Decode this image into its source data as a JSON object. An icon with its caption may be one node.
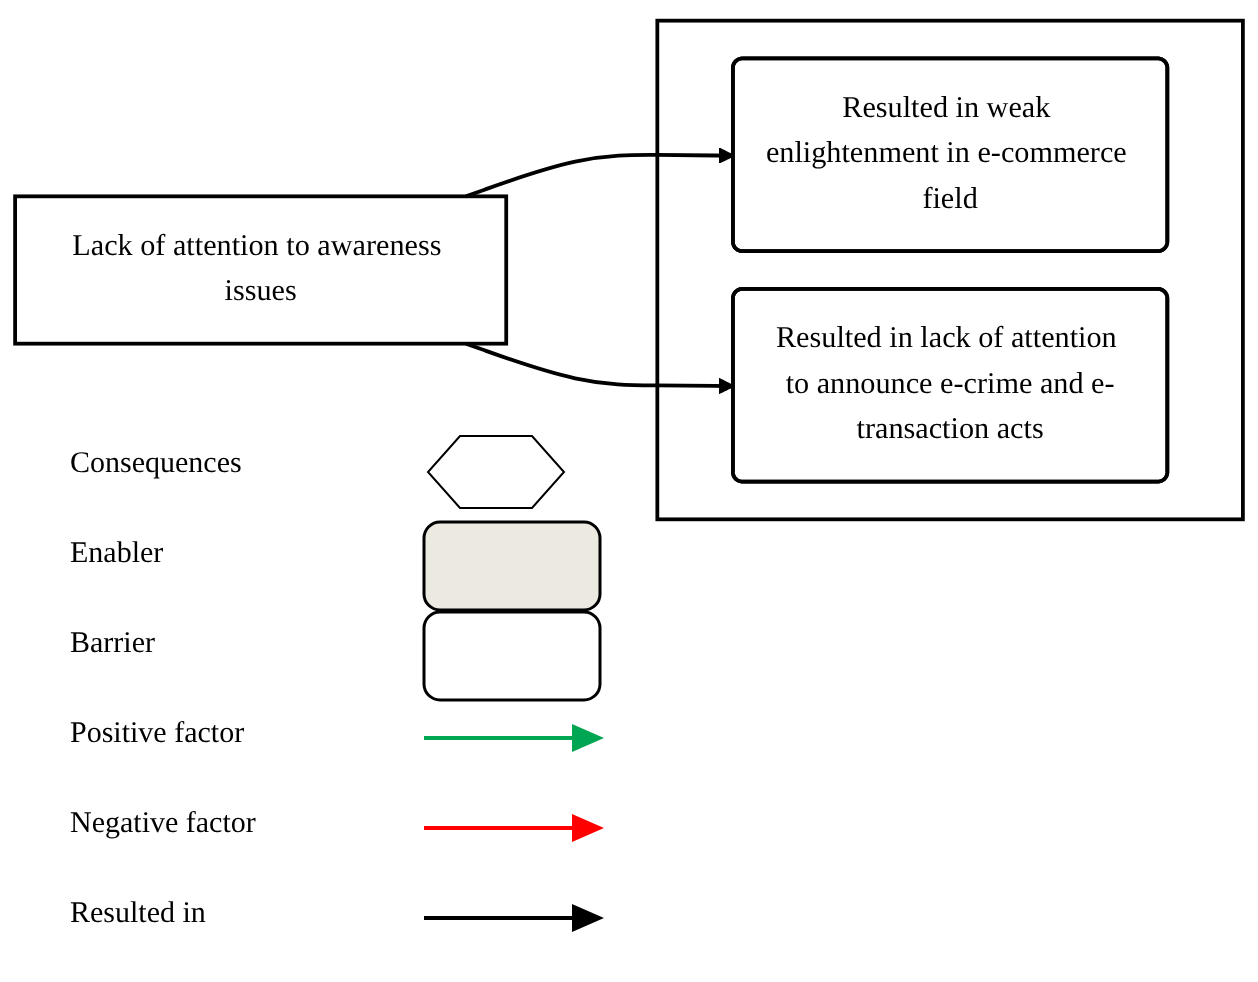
{
  "diagram": {
    "nodes": [
      {
        "text": [
          "Lack of attention to awareness issues"
        ]
      },
      {
        "text": [],
        "shape": "box"
      },
      {
        "text": [
          "Resulted in weak enlightenment in e-commerce field"
        ],
        "in": 1
      },
      {
        "text": [
          "Resulted in lack of attention to announce e-crime and e-transaction acts"
        ],
        "in": 1
      }
    ],
    "edges": [
      {
        "from": 0,
        "to": 2,
        "arrow": "to"
      },
      {
        "from": 0,
        "to": 3,
        "arrow": "to"
      }
    ],
    "legend": [
      {
        "text": "Consequences"
      },
      {
        "text": "Enabler"
      },
      {
        "text": "Barrier"
      },
      {
        "text": "Positive factor"
      },
      {
        "text": "Negative factor"
      },
      {
        "text": "Resulted in"
      }
    ]
  }
}
